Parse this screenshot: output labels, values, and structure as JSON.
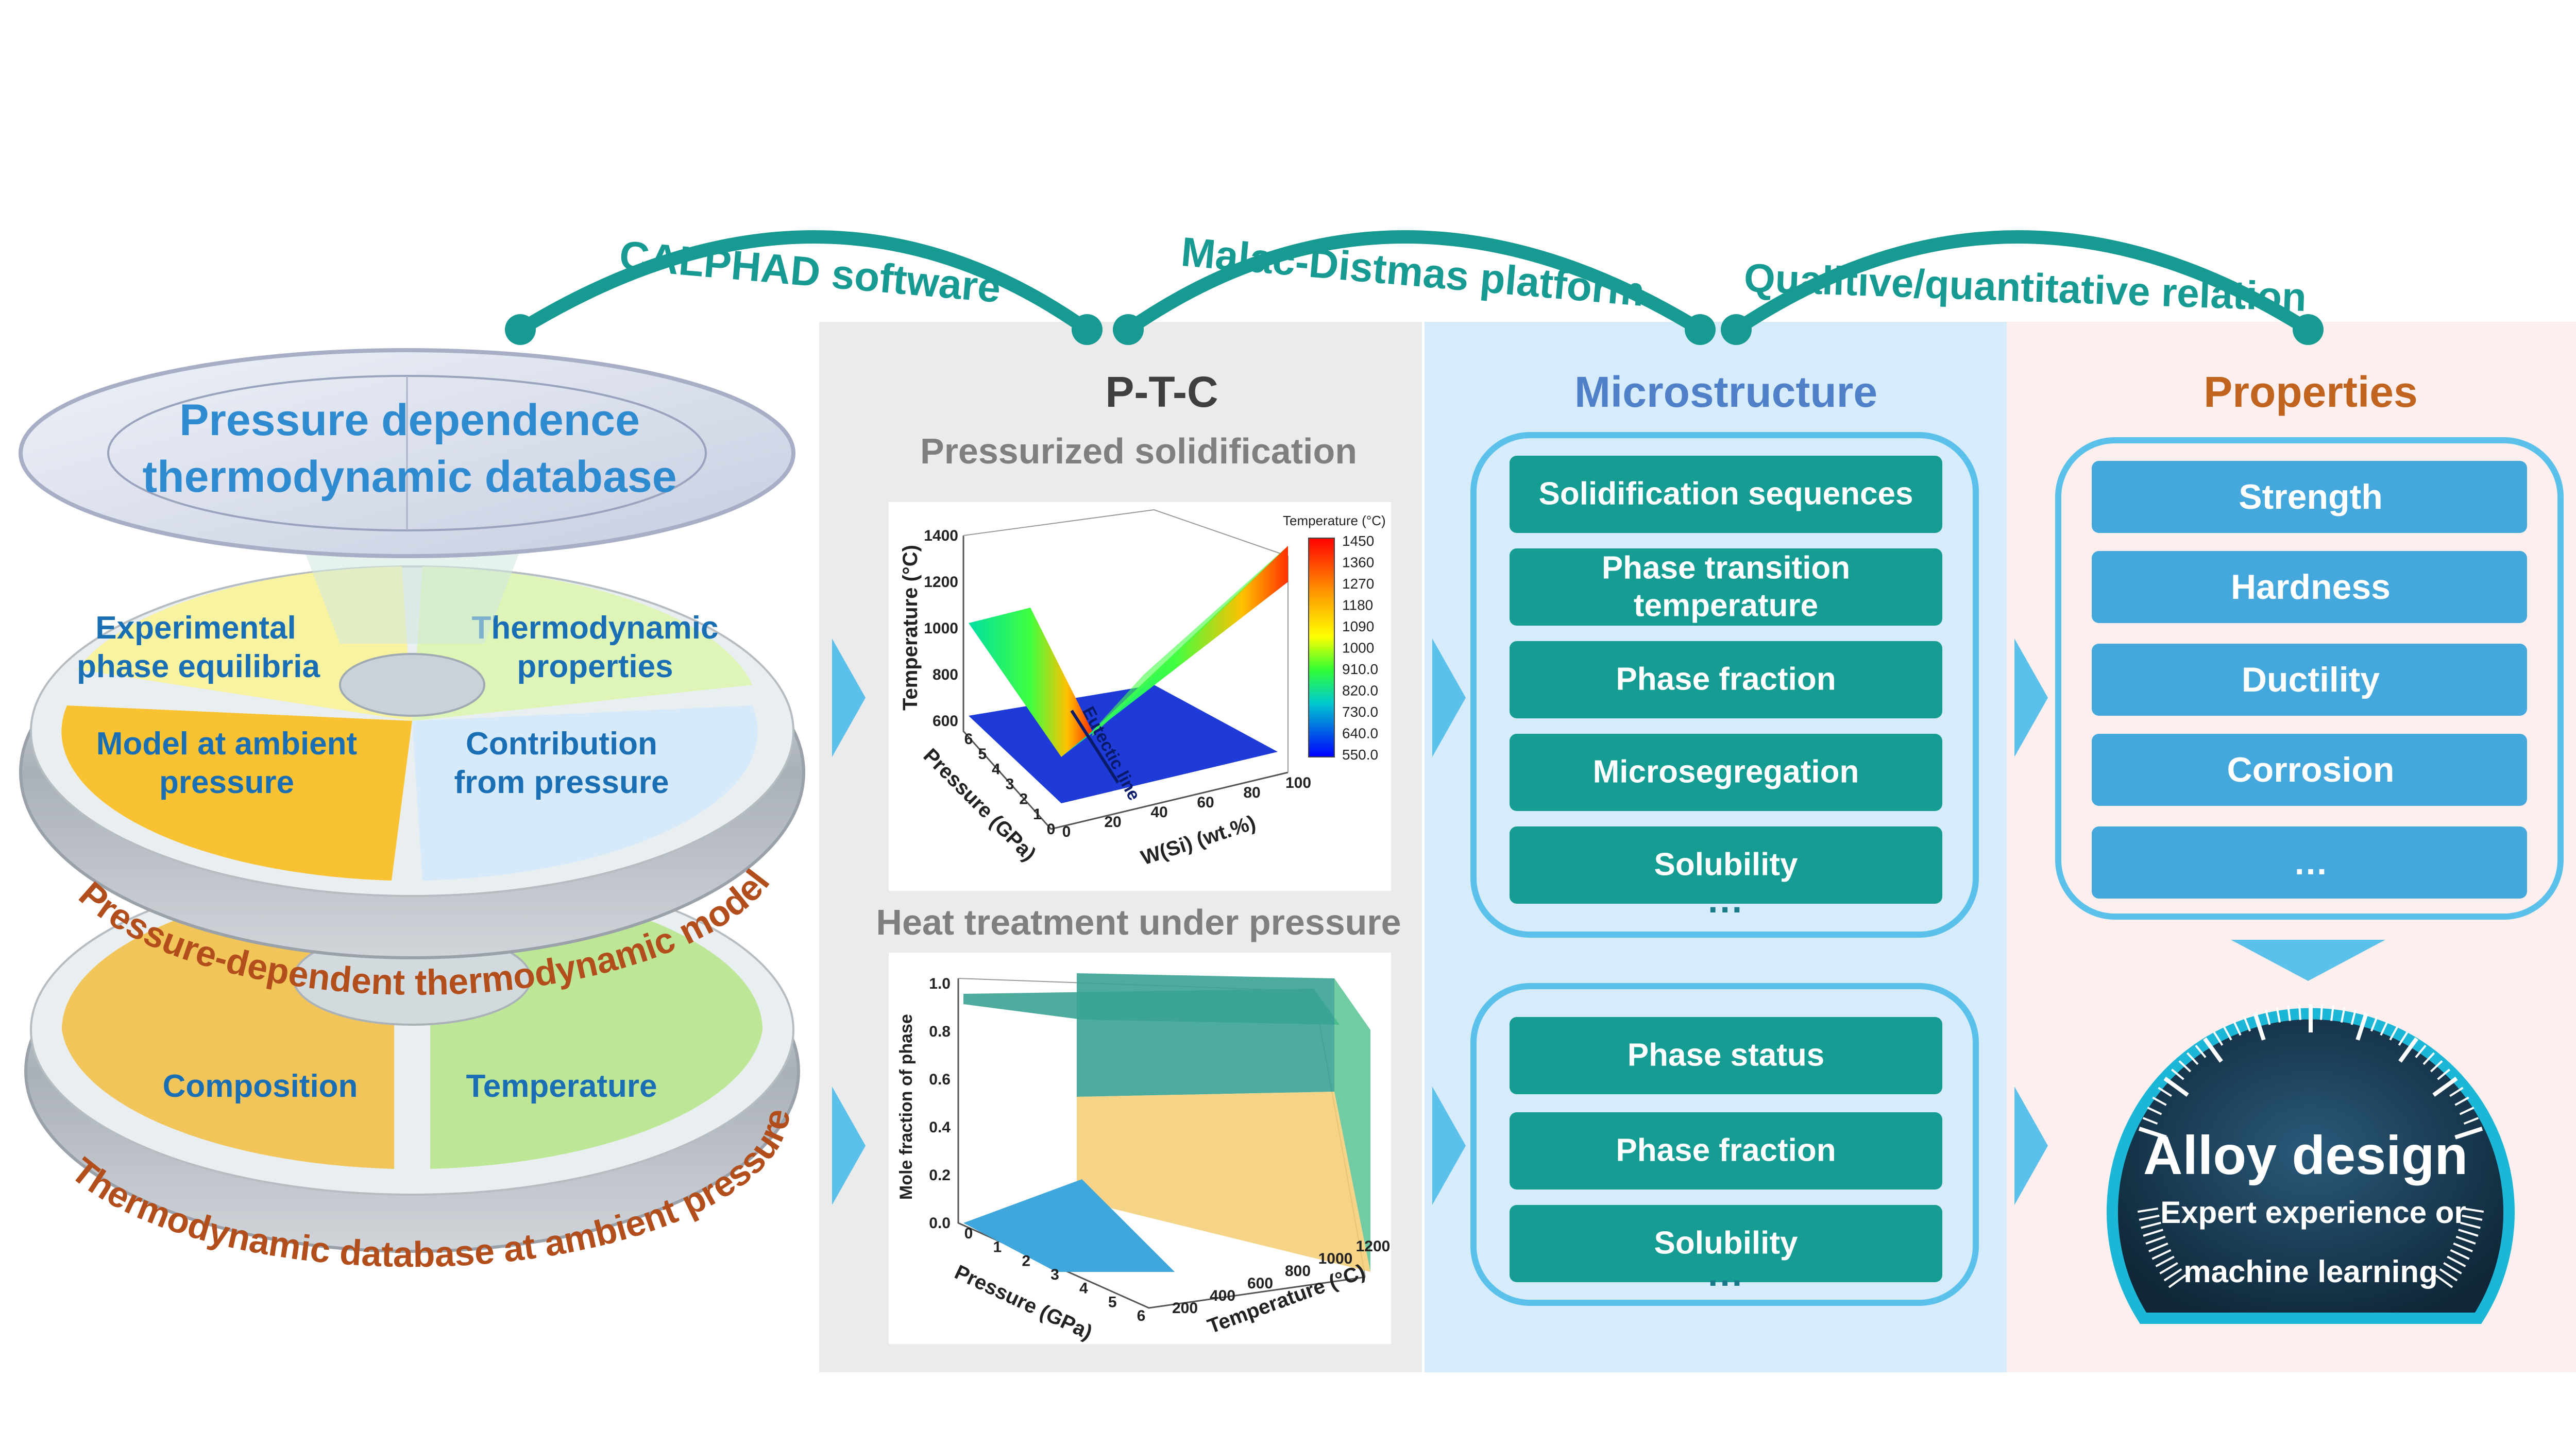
{
  "arcs": {
    "calphad": "CALPHAD software",
    "malac": "Malac-Distmas platform",
    "relation": "Qualitive/quantitative relation"
  },
  "left": {
    "top_title_line1": "Pressure dependence",
    "top_title_line2": "thermodynamic database",
    "q1_line1": "Experimental",
    "q1_line2": "phase equilibria",
    "q2_line1": "Thermodynamic",
    "q2_line2": "properties",
    "q3_line1": "Model at ambient",
    "q3_line2": "pressure",
    "q4_line1": "Contribution",
    "q4_line2": "from pressure",
    "ring1": "Pressure-dependent thermodynamic model",
    "bottom_left": "Composition",
    "bottom_right": "Temperature",
    "ring2": "Thermodynamic database at ambient pressure"
  },
  "ptc": {
    "title": "P-T-C",
    "sub1": "Pressurized solidification",
    "sub2": "Heat treatment under pressure"
  },
  "micro": {
    "title": "Microstructure",
    "group1": [
      "Solidification sequences",
      "Phase transition|temperature",
      "Phase fraction",
      "Microsegregation",
      "Solubility"
    ],
    "group1_more": "···",
    "group2": [
      "Phase status",
      "Phase fraction",
      "Solubility"
    ],
    "group2_more": "···"
  },
  "props": {
    "title": "Properties",
    "items": [
      "Strength",
      "Hardness",
      "Ductility",
      "Corrosion",
      "…"
    ]
  },
  "gauge": {
    "title": "Alloy design",
    "line1": "Expert experience or",
    "line2": "machine learning"
  },
  "chart_data": [
    {
      "type": "surface",
      "zlabel": "Temperature (°C)",
      "xlabel": "W(Si) (wt.%)",
      "ylabel": "Pressure (GPa)",
      "annotation": "Eutectic line",
      "z_ticks": [
        600,
        800,
        1000,
        1200,
        1400
      ],
      "x_ticks": [
        0,
        20,
        40,
        60,
        80,
        100
      ],
      "y_ticks": [
        0,
        1,
        2,
        3,
        4,
        5,
        6
      ],
      "colorbar_title": "Temperature (°C)",
      "colorbar_ticks": [
        "1450",
        "1360",
        "1270",
        "1180",
        "1090",
        "1000",
        "910.0",
        "820.0",
        "730.0",
        "640.0",
        "550.0"
      ]
    },
    {
      "type": "surface",
      "zlabel": "Mole fraction of phase",
      "xlabel": "Temperature (°C)",
      "ylabel": "Pressure (GPa)",
      "z_ticks": [
        "0.0",
        "0.2",
        "0.4",
        "0.6",
        "0.8",
        "1.0"
      ],
      "x_ticks": [
        200,
        400,
        600,
        800,
        1000,
        1200
      ],
      "y_ticks": [
        0,
        1,
        2,
        3,
        4,
        5,
        6
      ]
    }
  ]
}
